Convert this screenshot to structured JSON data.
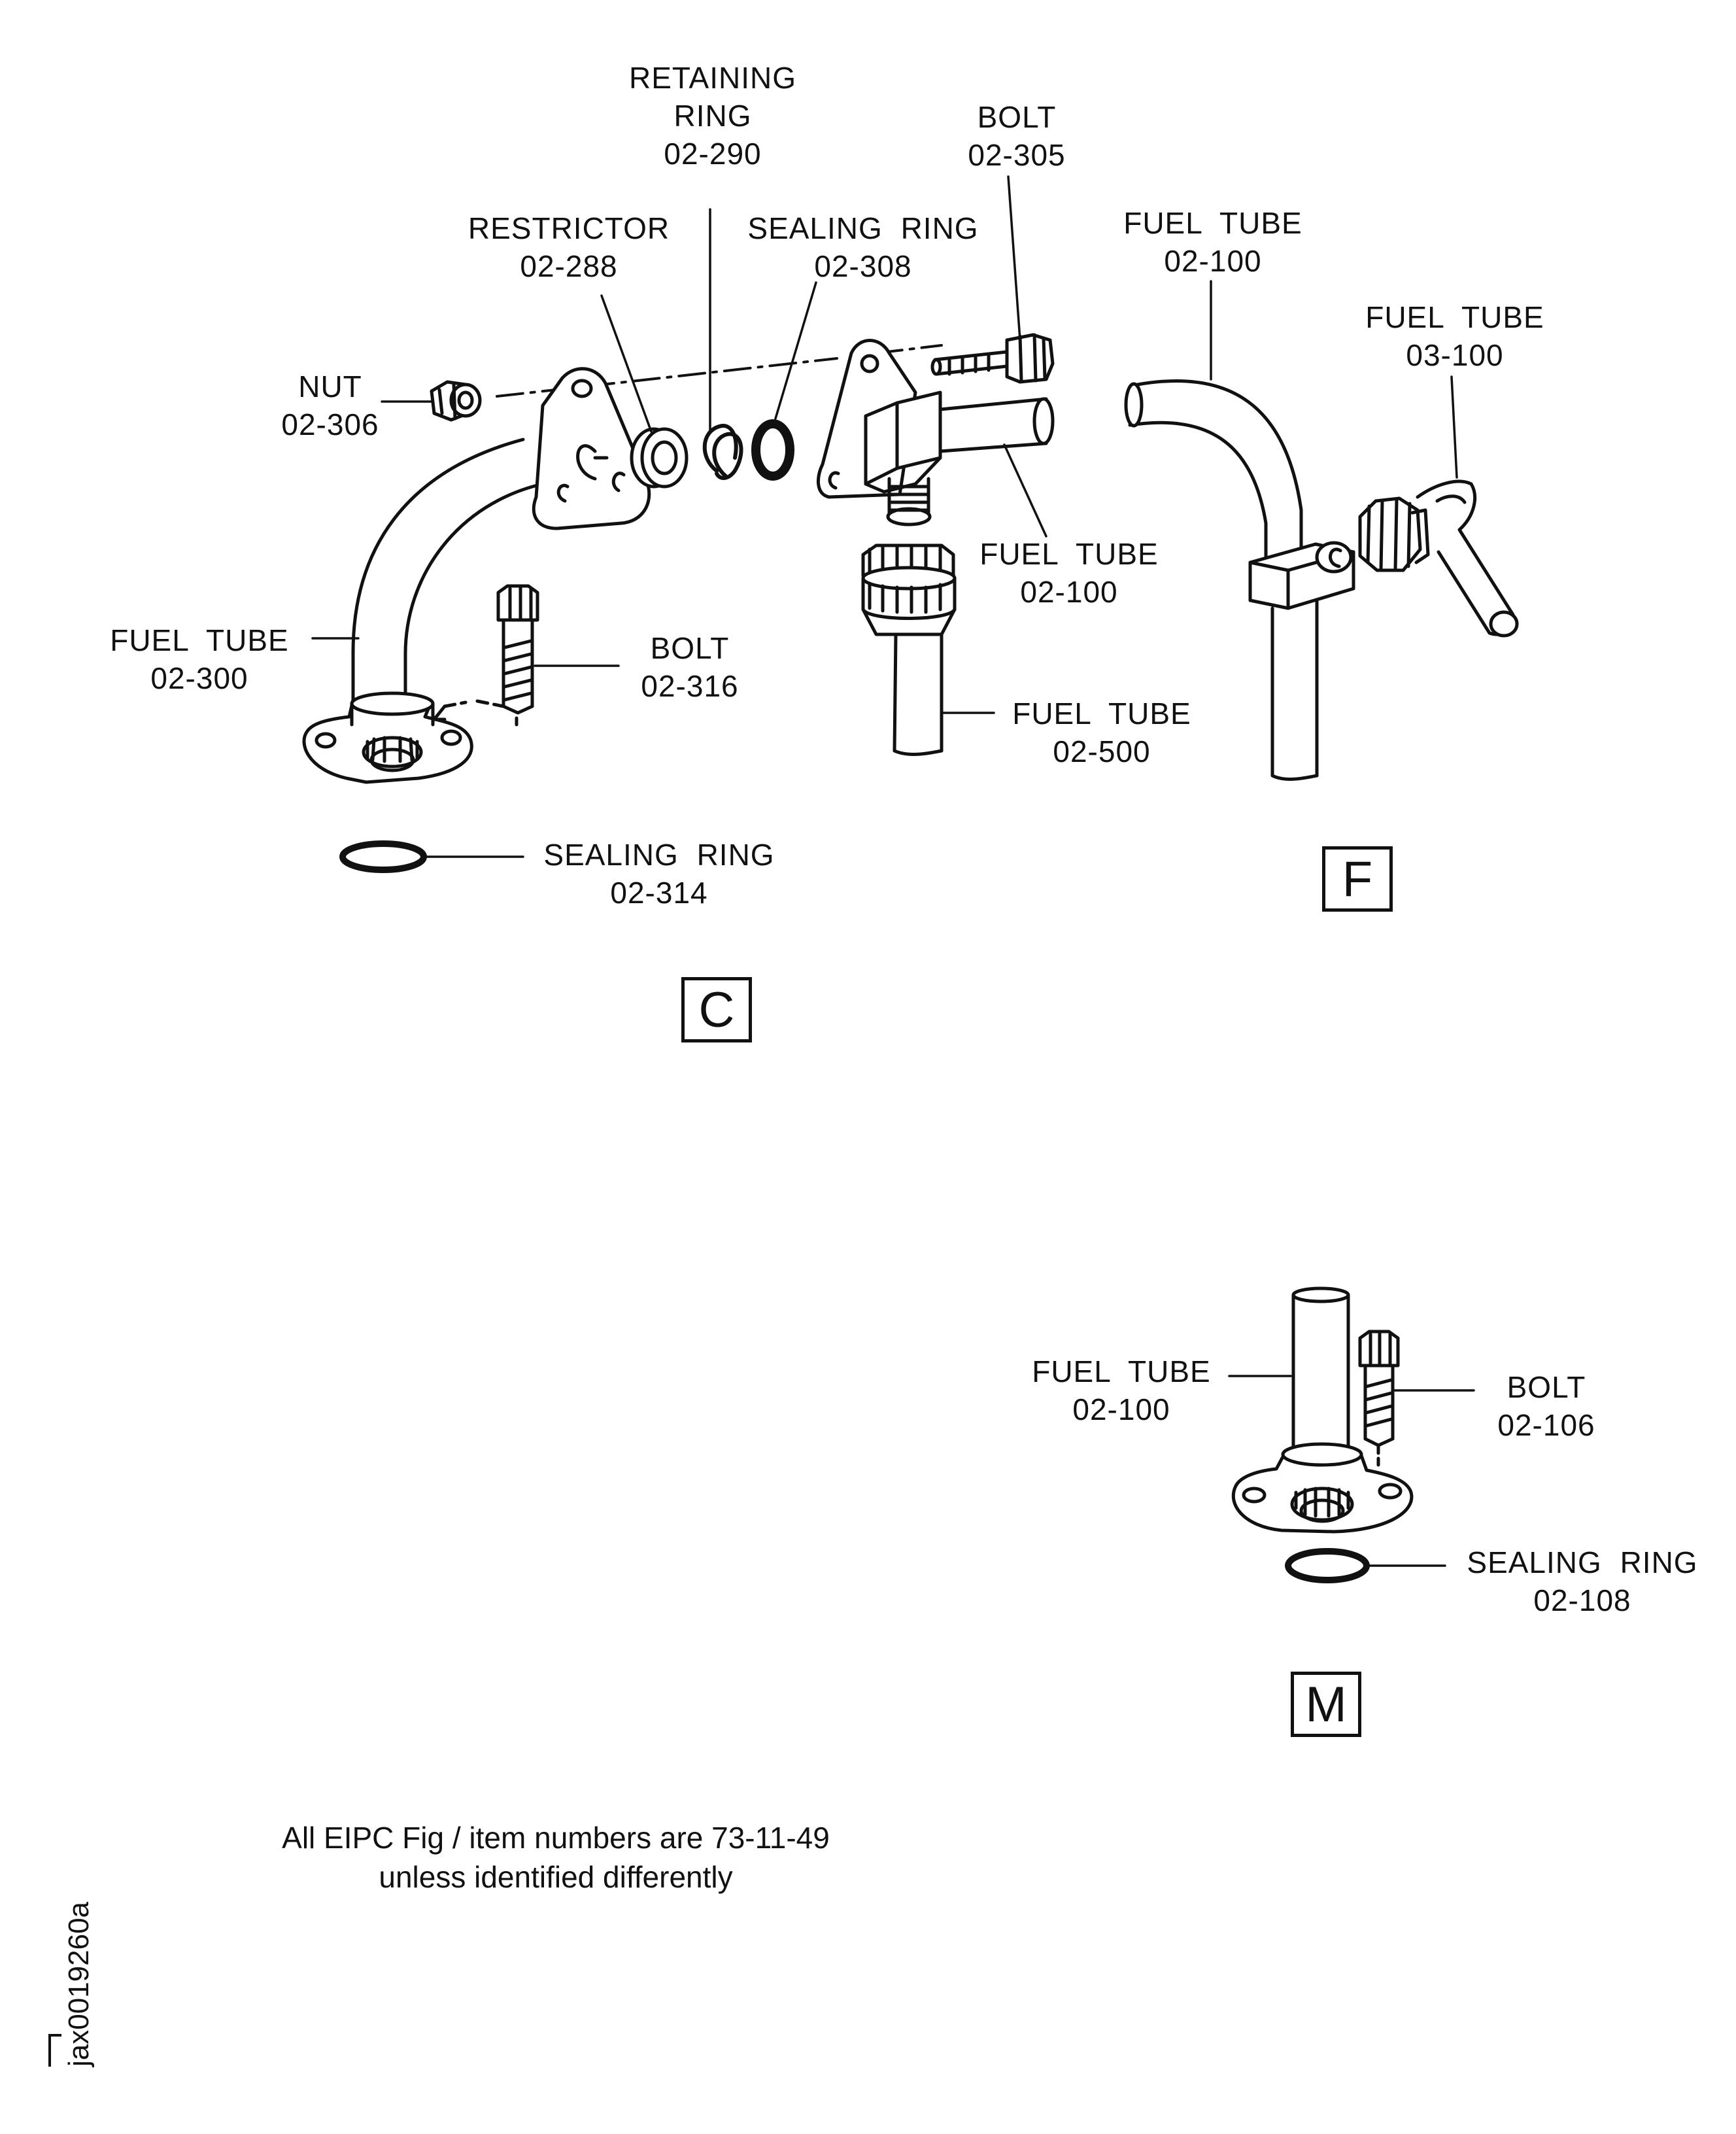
{
  "views": {
    "c": "C",
    "f": "F",
    "m": "M"
  },
  "labels": {
    "retaining_ring": {
      "name_line1": "RETAINING",
      "name_line2": "RING",
      "number": "02-290"
    },
    "bolt_305": {
      "name": "BOLT",
      "number": "02-305"
    },
    "restrictor": {
      "name": "RESTRICTOR",
      "number": "02-288"
    },
    "sealing_ring_308": {
      "name": "SEALING RING",
      "number": "02-308"
    },
    "nut": {
      "name": "NUT",
      "number": "02-306"
    },
    "fuel_tube_c_100": {
      "name": "FUEL TUBE",
      "number": "02-100"
    },
    "fuel_tube_300": {
      "name": "FUEL TUBE",
      "number": "02-300"
    },
    "bolt_316": {
      "name": "BOLT",
      "number": "02-316"
    },
    "fuel_tube_500": {
      "name": "FUEL TUBE",
      "number": "02-500"
    },
    "sealing_ring_314": {
      "name": "SEALING RING",
      "number": "02-314"
    },
    "fuel_tube_f_100": {
      "name": "FUEL TUBE",
      "number": "02-100"
    },
    "fuel_tube_03_100": {
      "name": "FUEL TUBE",
      "number": "03-100"
    },
    "fuel_tube_m_100": {
      "name": "FUEL TUBE",
      "number": "02-100"
    },
    "bolt_106": {
      "name": "BOLT",
      "number": "02-106"
    },
    "sealing_ring_108": {
      "name": "SEALING RING",
      "number": "02-108"
    }
  },
  "note": {
    "line1": "All EIPC Fig / item numbers are 73-11-49",
    "line2": "unless identified differently"
  },
  "figure_ref": "jax0019260a",
  "colors": {
    "ink": "#111111",
    "paper": "#ffffff"
  }
}
